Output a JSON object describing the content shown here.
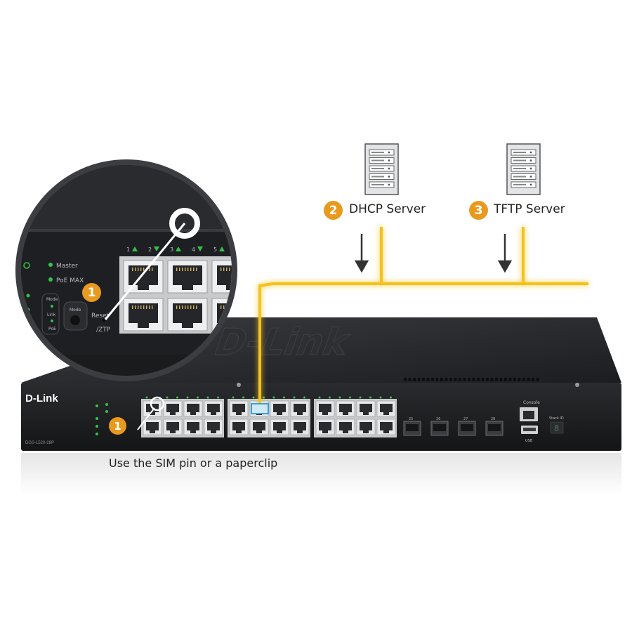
{
  "colors": {
    "accent": "#e89a1f",
    "cable": "#f3c21a",
    "switch_body": "#1b1c1e",
    "port_metal": "#d9dadb",
    "led_green": "#35c24a",
    "server_gray": "#d5d7da"
  },
  "servers": [
    {
      "step": "2",
      "label": "DHCP Server",
      "icon": "server-icon"
    },
    {
      "step": "3",
      "label": "TFTP Server",
      "icon": "server-icon"
    }
  ],
  "switch": {
    "brand": "D-Link",
    "model": "DGS-1520-28P",
    "led_labels": [
      "Master",
      "PoE MAX"
    ],
    "side_labels": [
      "Mode",
      "Link",
      "PoE"
    ],
    "sfp_ports": [
      "25",
      "26",
      "27",
      "28"
    ],
    "console_label": "Console",
    "usb_label": "USB",
    "stack_id_label": "Stack ID",
    "stack_id_value": "8"
  },
  "callout": {
    "step": "1",
    "mode_button": "Mode",
    "reset_label": "Reset",
    "ztp_label": "/ZTP",
    "port_numbers": [
      "1",
      "2",
      "3",
      "4",
      "5"
    ]
  },
  "caption": "Use the SIM pin or a paperclip"
}
